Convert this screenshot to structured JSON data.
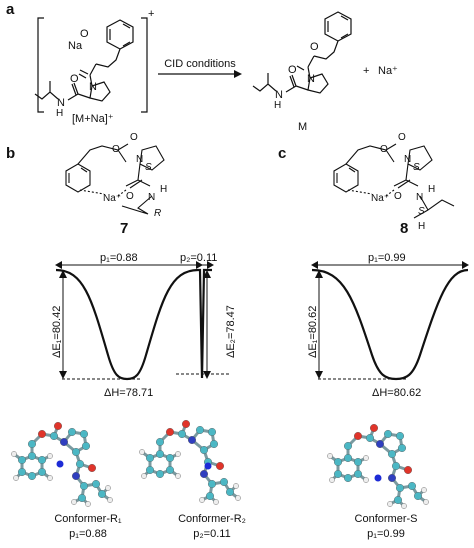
{
  "panels": {
    "a": "a",
    "b": "b",
    "c": "c"
  },
  "reaction": {
    "condition": "CID conditions",
    "reactant_label": "[M+Na]⁺",
    "reactant_charge": "+",
    "na_atom": "Na",
    "product_label": "M",
    "plus": "+",
    "na_ion": "Na⁺"
  },
  "compounds": {
    "b_number": "7",
    "c_number": "8",
    "b_config_top": "S",
    "b_config_bottom": "R",
    "c_config_top": "S",
    "c_config_bottom": "S",
    "atom_H": "H",
    "atom_N": "N",
    "atom_O": "O",
    "atom_Na": "Na⁺"
  },
  "energy_b": {
    "p1": "p₁=0.88",
    "p2": "p₂=0.11",
    "dE1_symbol": "ΔE₁=80.42",
    "dE2_symbol": "ΔE₂=78.47",
    "dH": "ΔH=78.71"
  },
  "energy_c": {
    "p1": "p₁=0.99",
    "dE1_symbol": "ΔE₁=80.62",
    "dH": "ΔH=80.62"
  },
  "conformers": [
    {
      "name": "Conformer-R₁",
      "p": "p₁=0.88"
    },
    {
      "name": "Conformer-R₂",
      "p": "p₂=0.11"
    },
    {
      "name": "Conformer-S",
      "p": "p₁=0.99"
    }
  ],
  "colors": {
    "carbon": "#4bb7c4",
    "oxygen": "#e0342a",
    "nitrogen": "#2f3fbf",
    "hydrogen": "#eeeeee",
    "sodium": "#1d2bd6",
    "line": "#111111"
  }
}
